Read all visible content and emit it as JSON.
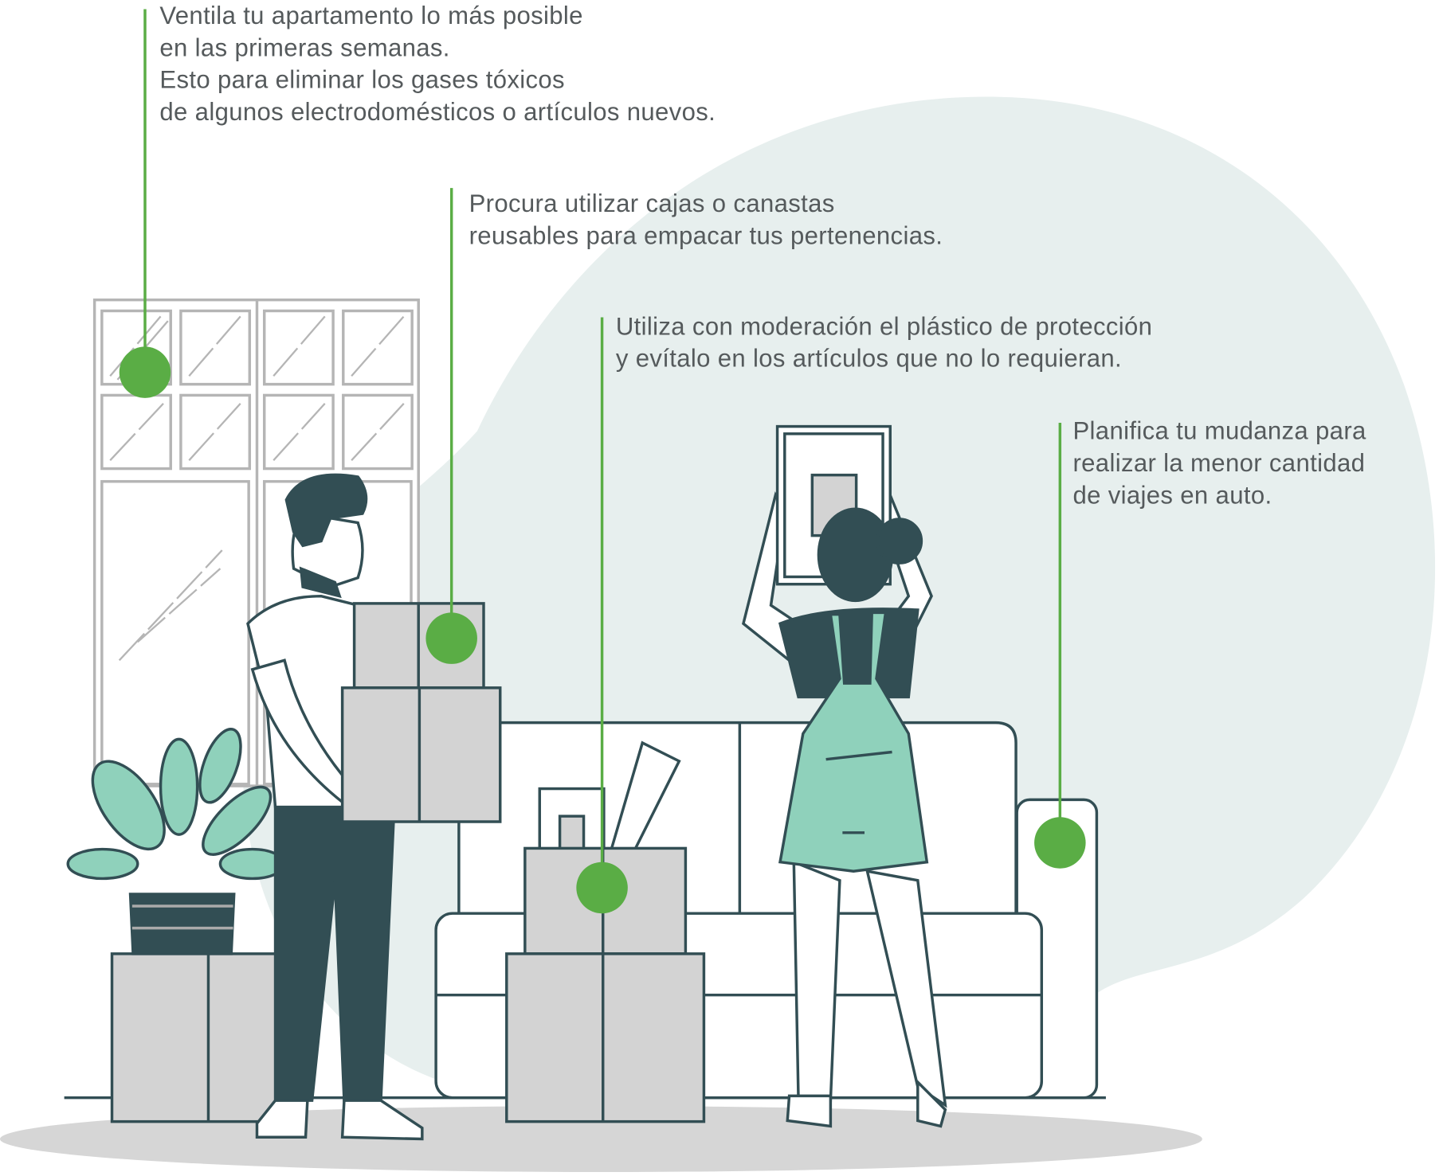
{
  "colors": {
    "accent_green": "#5aad45",
    "dark": "#324e54",
    "mint": "#8fd1bb",
    "box_gray": "#d3d3d3",
    "blob": "#e7efee",
    "text": "#555a5c"
  },
  "tips": [
    {
      "lines": [
        "Ventila tu apartamento lo más posible",
        "en las primeras semanas.",
        "Esto para eliminar los gases tóxicos",
        "de algunos electrodomésticos o artículos nuevos."
      ]
    },
    {
      "lines": [
        "Procura utilizar cajas o canastas",
        "reusables para empacar tus pertenencias."
      ]
    },
    {
      "lines": [
        "Utiliza con moderación el plástico de protección",
        "y evítalo en los artículos que no lo requieran."
      ]
    },
    {
      "lines": [
        "Planifica tu mudanza para",
        "realizar la menor cantidad",
        "de viajes en auto."
      ]
    }
  ]
}
